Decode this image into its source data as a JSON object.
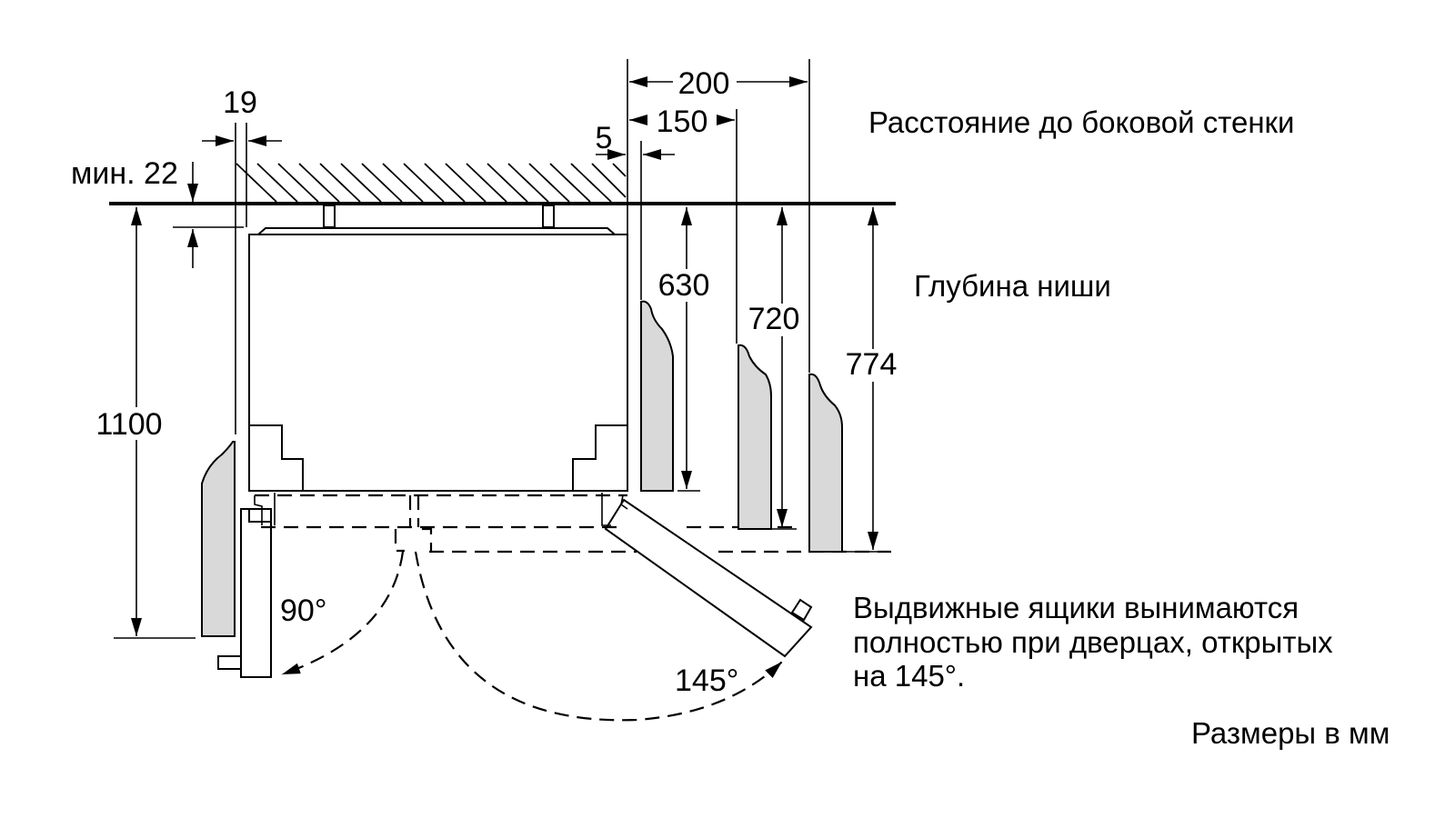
{
  "dimensions": {
    "side_200": "200",
    "side_150": "150",
    "side_5": "5",
    "gap_19": "19",
    "min_22": "мин. 22",
    "height_1100": "1100",
    "depth_630": "630",
    "depth_720": "720",
    "depth_774": "774",
    "angle_90": "90°",
    "angle_145": "145°"
  },
  "labels": {
    "side_wall_distance": "Расстояние до боковой стенки",
    "niche_depth": "Глубина ниши",
    "drawers_note": [
      "Выдвижные ящики вынимаются",
      "полностью при дверцах, открытых",
      "на 145°."
    ],
    "units": "Размеры в мм"
  }
}
